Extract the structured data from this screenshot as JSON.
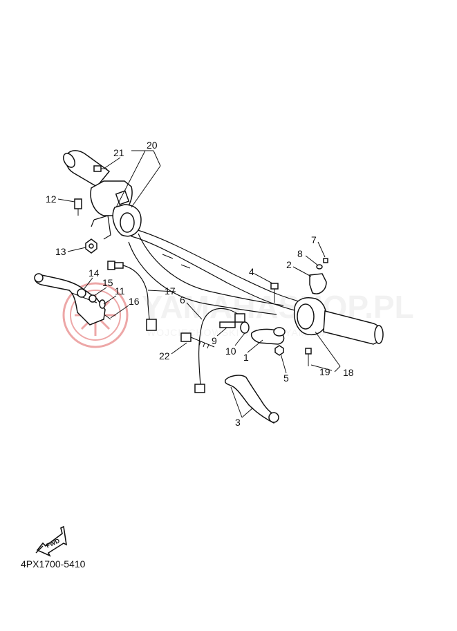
{
  "diagram": {
    "code": "4PX1700-5410",
    "fwd_label": "FWD",
    "watermark": {
      "text": "YAMAHASHOP.PL",
      "subtext": "WOJCIECHOWSKI MOTO · YAMAHA",
      "color": "#e04040"
    },
    "callouts": [
      "1",
      "2",
      "3",
      "4",
      "5",
      "6",
      "7",
      "8",
      "9",
      "10",
      "11",
      "12",
      "13",
      "14",
      "15",
      "16",
      "17",
      "18",
      "19",
      "20",
      "21",
      "22"
    ]
  }
}
